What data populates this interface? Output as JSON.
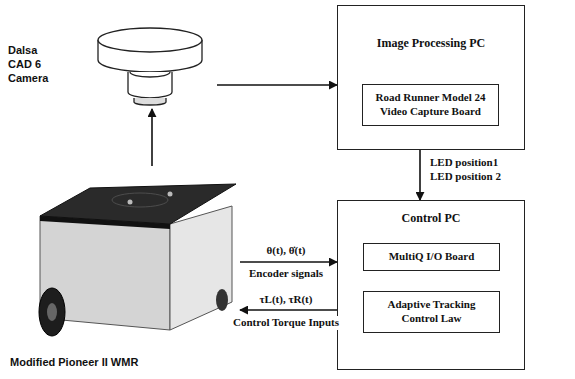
{
  "diagram": {
    "nodes": [
      {
        "text": [
          "Dalsa CAD 6 Camera"
        ]
      },
      {
        "text": [
          "Image Processing PC"
        ]
      },
      {
        "text": [
          "Road Runner Model 24 Video Capture Board"
        ],
        "in": 1
      },
      {
        "text": [
          "Control PC"
        ]
      },
      {
        "text": [
          "MultiQ I/O Board"
        ],
        "in": 3
      },
      {
        "text": [
          "Adaptive Tracking Control Law"
        ],
        "in": 3
      },
      {
        "text": [
          "Modified Pioneer II WMR"
        ]
      }
    ],
    "edges": [
      {
        "from": 0,
        "to": 1,
        "arrow": "to"
      },
      {
        "from": 6,
        "to": 0,
        "arrow": "to"
      },
      {
        "from": 1,
        "to": 3,
        "label": "LED position1 LED position 2",
        "arrow": "to"
      },
      {
        "from": 6,
        "to": 3,
        "label": "θ(t), θ̇(t)",
        "arrow": "to"
      },
      {
        "from": 3,
        "to": 6,
        "label": "τL(t), τR(t)",
        "arrow": "to"
      }
    ],
    "labels": [
      "Encoder signals",
      "Control Torque Inputs"
    ]
  }
}
